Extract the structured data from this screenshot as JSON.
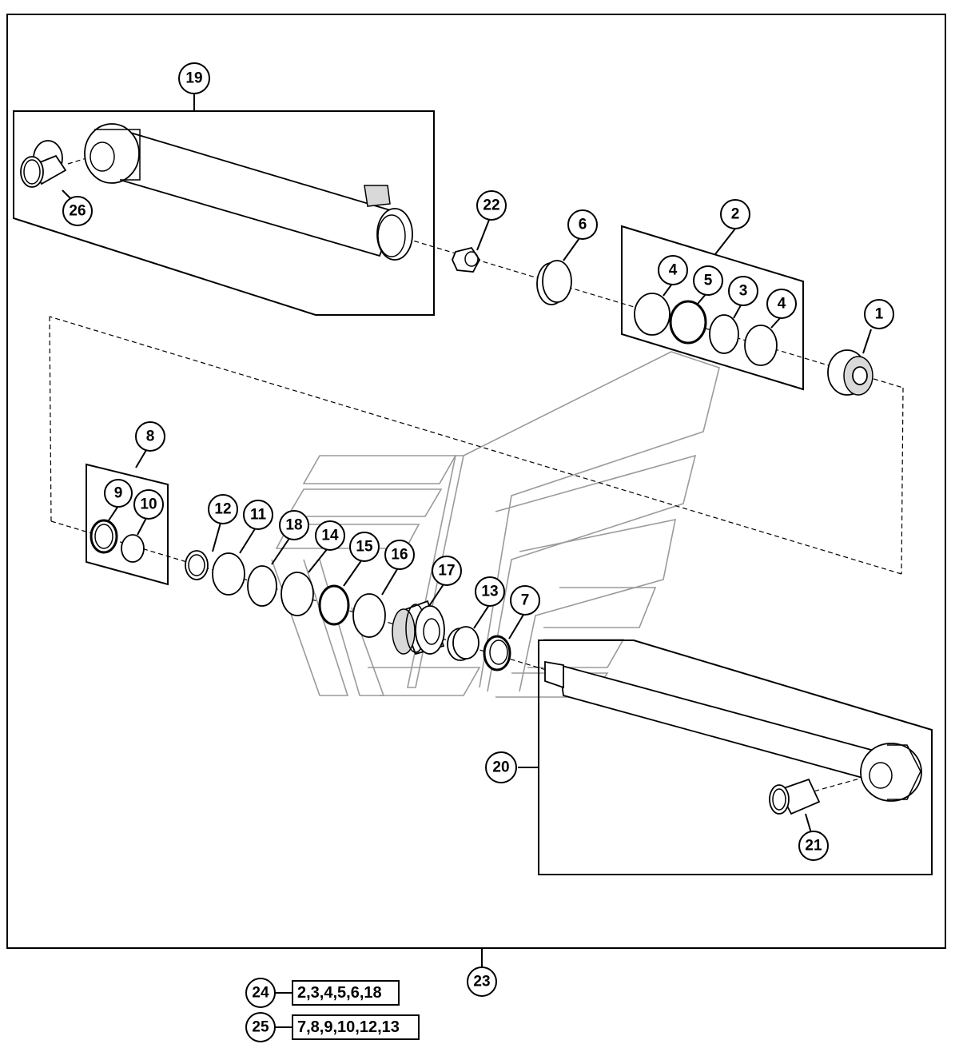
{
  "callouts": {
    "c1": "1",
    "c2": "2",
    "c3": "3",
    "c4a": "4",
    "c4b": "4",
    "c5": "5",
    "c6": "6",
    "c7": "7",
    "c8": "8",
    "c9": "9",
    "c10": "10",
    "c11": "11",
    "c12": "12",
    "c13": "13",
    "c14": "14",
    "c15": "15",
    "c16": "16",
    "c17": "17",
    "c18": "18",
    "c19": "19",
    "c20": "20",
    "c21": "21",
    "c22": "22",
    "c23": "23",
    "c26": "26"
  },
  "kits": [
    {
      "number": "24",
      "parts": "2,3,4,5,6,18"
    },
    {
      "number": "25",
      "parts": "7,8,9,10,12,13"
    }
  ]
}
